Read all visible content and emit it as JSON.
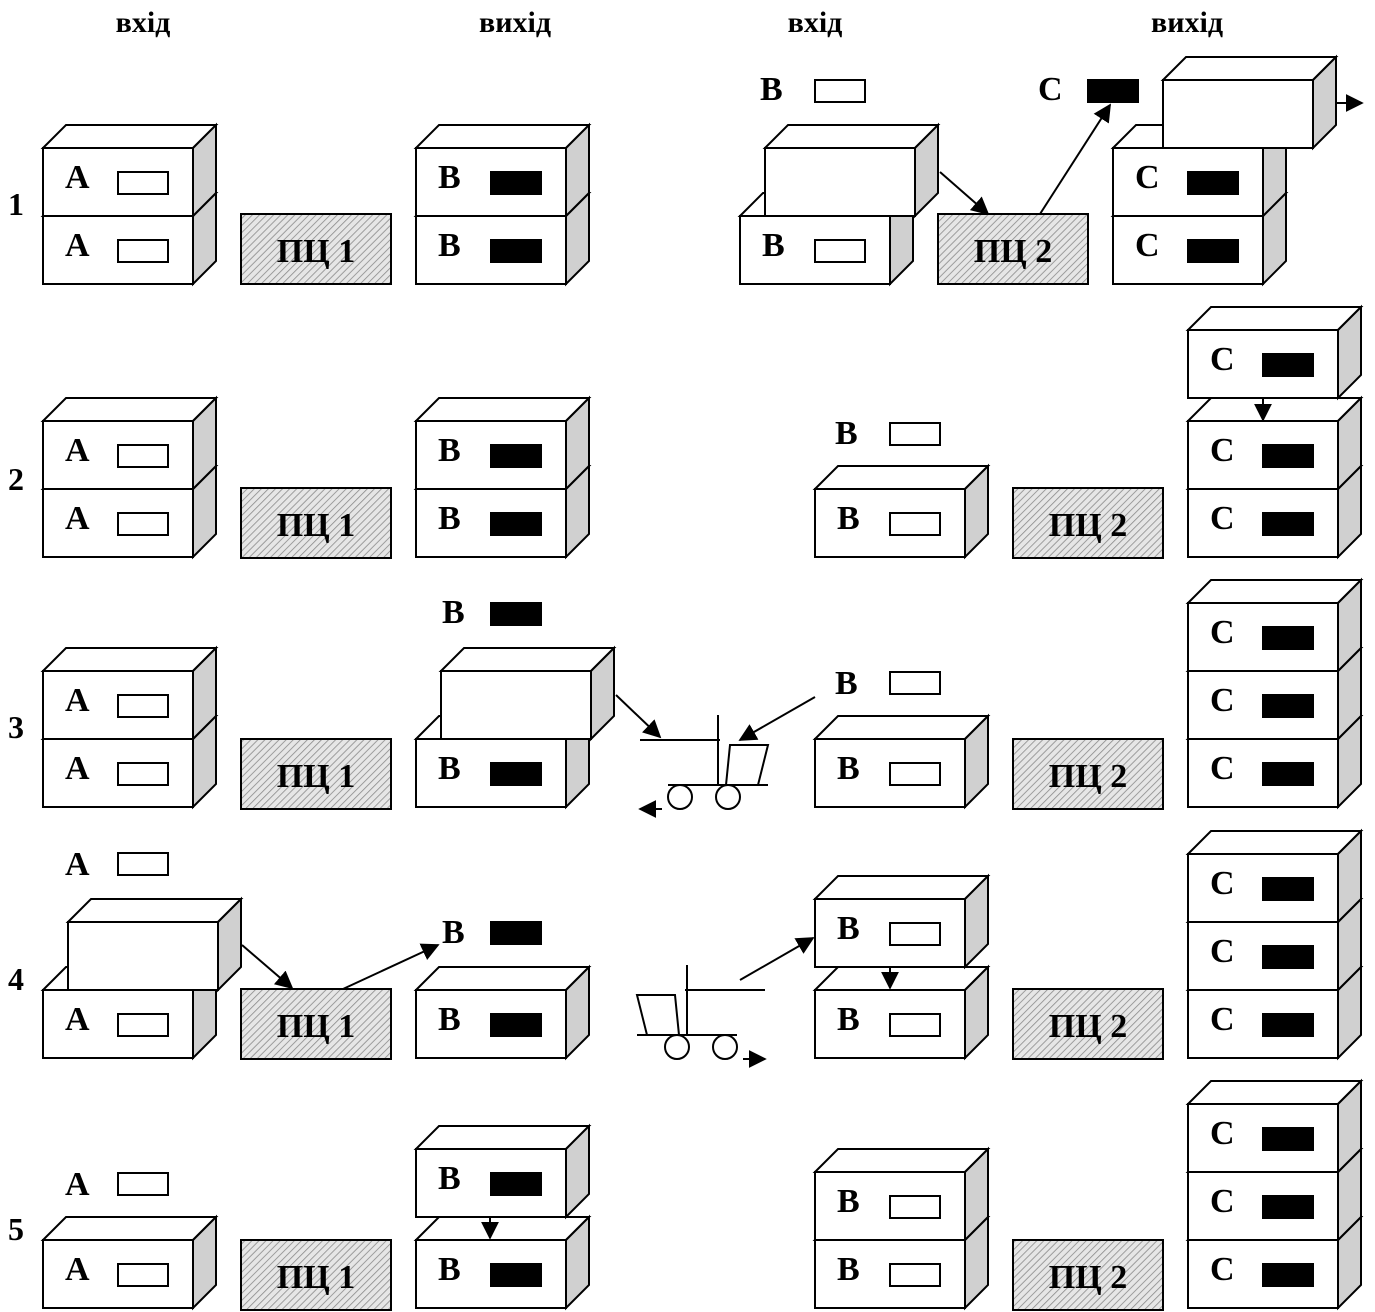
{
  "headers": [
    "вхід",
    "вихід",
    "вхід",
    "вихід"
  ],
  "rows": [
    "1",
    "2",
    "3",
    "4",
    "5"
  ],
  "letters": {
    "a": "A",
    "b": "B",
    "c": "C"
  },
  "centers": {
    "pc1": "ПЦ 1",
    "pc2": "ПЦ 2"
  },
  "colors": {
    "face": "#ffffff",
    "side": "#d0d0d0",
    "ink": "#000000",
    "hatch": "#e2e2e2"
  }
}
